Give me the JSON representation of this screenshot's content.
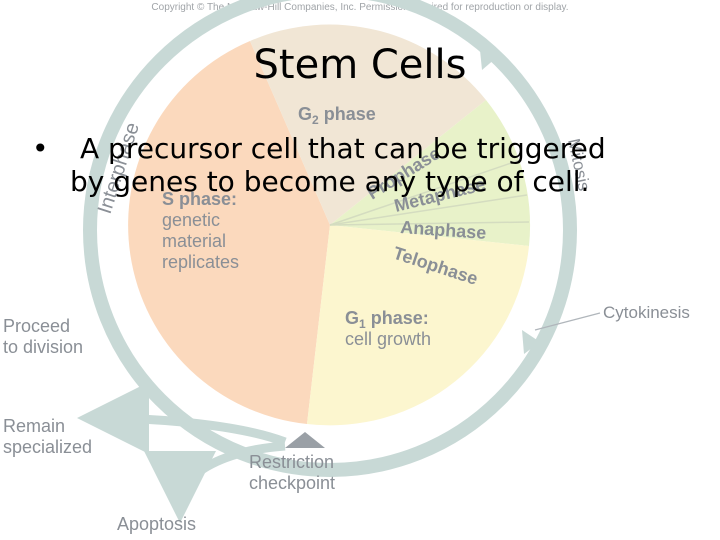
{
  "copyright": "Copyright © The McGraw-Hill Companies, Inc. Permission required for reproduction or display.",
  "slide": {
    "title": "Stem Cells",
    "bullet_symbol": "•",
    "bullet_line1": "A precursor cell that can be triggered",
    "bullet_line2": "by genes to become any type of cell."
  },
  "diagram": {
    "interphase": "Interphase",
    "mitosis": "Mitosis",
    "g2_label": "G",
    "g2_sub": "2",
    "g2_suffix": " phase",
    "s_line1": "S phase:",
    "s_line2": "genetic",
    "s_line3": "material",
    "s_line4": "replicates",
    "prophase": "Prophase",
    "metaphase": "Metaphase",
    "anaphase": "Anaphase",
    "telophase": "Telophase",
    "g1_label": "G",
    "g1_sub": "1",
    "g1_suffix": " phase:",
    "g1_line2": "cell growth",
    "cytokinesis": "Cytokinesis",
    "proceed_line1": "Proceed",
    "proceed_line2": "to division",
    "remain_line1": "Remain",
    "remain_line2": "specialized",
    "restriction_line1": "Restriction",
    "restriction_line2": "checkpoint",
    "apoptosis": "Apoptosis",
    "colors": {
      "s_phase": "#fbd9bd",
      "g2_phase": "#f1e6d5",
      "mitosis": "#e8f2c9",
      "g1_phase": "#fcf6cf",
      "ring": "#c8d9d6",
      "label": "#8a8f96"
    }
  }
}
